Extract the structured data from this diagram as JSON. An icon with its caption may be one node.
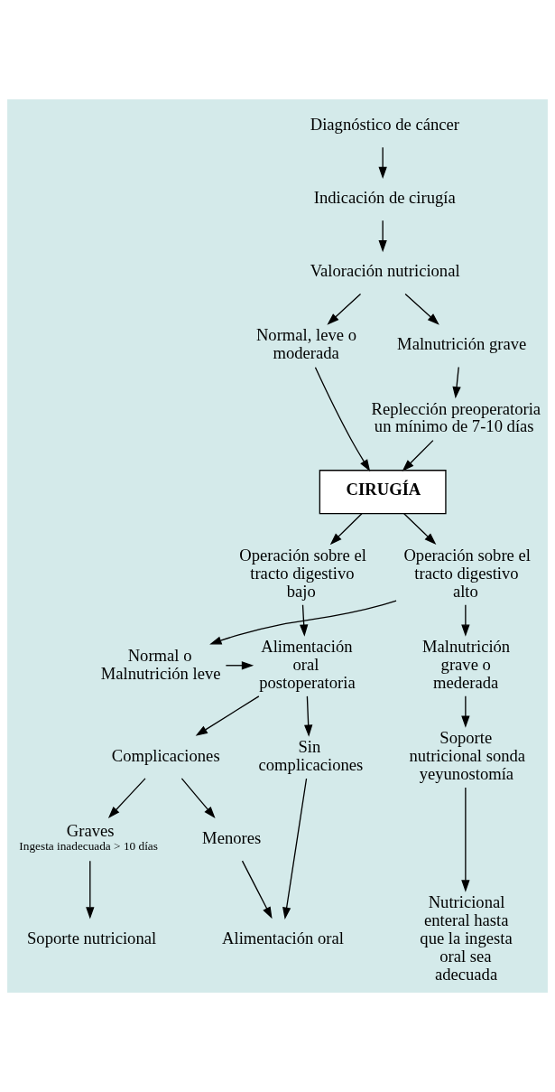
{
  "diagram": {
    "nodes": [
      {
        "text": [
          "Diagnóstico de cáncer"
        ]
      },
      {
        "text": [
          "Indicación de cirugía"
        ]
      },
      {
        "text": [
          "Valoración nutricional"
        ]
      },
      {
        "text": [
          "Normal, leve o moderada"
        ]
      },
      {
        "text": [
          "Malnutrición grave"
        ]
      },
      {
        "text": [
          "Replección preoperatoria un mínimo de 7-10 días"
        ]
      },
      {
        "text": [
          "CIRUGÍA"
        ]
      },
      {
        "text": [
          "Operación sobre el tracto digestivo bajo"
        ]
      },
      {
        "text": [
          "Operación sobre el tracto digestivo alto"
        ]
      },
      {
        "text": [
          "Alimentación oral postoperatoria"
        ]
      },
      {
        "text": [
          "Normal o Malnutrición leve"
        ]
      },
      {
        "text": [
          "Malnutrición grave o mederada"
        ]
      },
      {
        "text": [
          "Sin complicaciones"
        ]
      },
      {
        "text": [
          "Complicaciones"
        ]
      },
      {
        "text": [
          "Soporte nutricional sonda yeyunostomía"
        ]
      },
      {
        "text": [
          "Menores"
        ]
      },
      {
        "text": [
          "Graves",
          "Ingesta inadecuada > 10 días"
        ]
      },
      {
        "text": [
          "Alimentación oral"
        ]
      },
      {
        "text": [
          "Soporte nutricional"
        ]
      },
      {
        "text": [
          "Nutricional enteral hasta que la ingesta oral sea adecuada"
        ]
      }
    ],
    "edges": [
      {
        "from": 0,
        "to": 1,
        "arrow": "to"
      },
      {
        "from": 1,
        "to": 2,
        "arrow": "to"
      },
      {
        "from": 2,
        "to": 3,
        "arrow": "to"
      },
      {
        "from": 2,
        "to": 4,
        "arrow": "to"
      },
      {
        "from": 4,
        "to": 5,
        "arrow": "to"
      },
      {
        "from": 3,
        "to": 6,
        "arrow": "to"
      },
      {
        "from": 5,
        "to": 6,
        "arrow": "to"
      },
      {
        "from": 6,
        "to": 7,
        "arrow": "to"
      },
      {
        "from": 6,
        "to": 8,
        "arrow": "to"
      },
      {
        "from": 7,
        "to": 9,
        "arrow": "to"
      },
      {
        "from": 8,
        "to": 10,
        "arrow": "to"
      },
      {
        "from": 8,
        "to": 11,
        "arrow": "to"
      },
      {
        "from": 10,
        "to": 9,
        "arrow": "to"
      },
      {
        "from": 9,
        "to": 12,
        "arrow": "to"
      },
      {
        "from": 9,
        "to": 13,
        "arrow": "to"
      },
      {
        "from": 11,
        "to": 14,
        "arrow": "to"
      },
      {
        "from": 13,
        "to": 15,
        "arrow": "to"
      },
      {
        "from": 13,
        "to": 16,
        "arrow": "to"
      },
      {
        "from": 12,
        "to": 17,
        "arrow": "to"
      },
      {
        "from": 15,
        "to": 17,
        "arrow": "to"
      },
      {
        "from": 16,
        "to": 18,
        "arrow": "to"
      },
      {
        "from": 14,
        "to": 19,
        "arrow": "to"
      }
    ]
  }
}
